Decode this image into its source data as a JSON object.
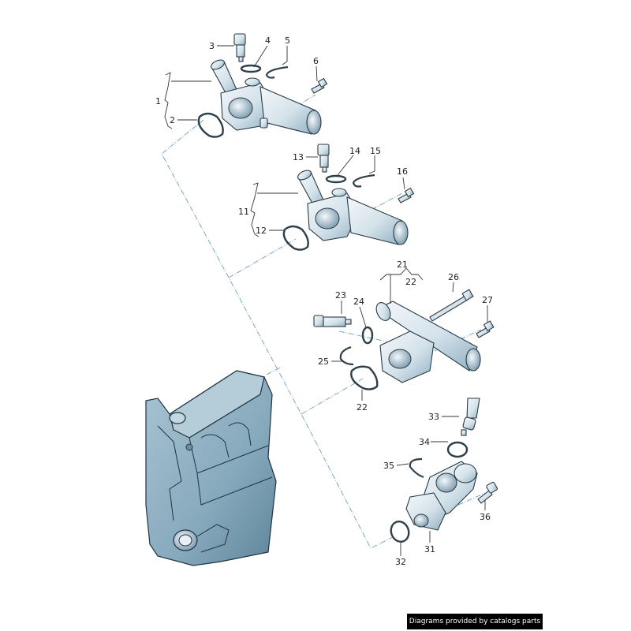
{
  "diagram": {
    "type": "exploded-parts-diagram",
    "subject": "coolant flange / thermostat housing assemblies and engine block",
    "colors": {
      "part_fill": "#dbe7ee",
      "part_shade": "#8fb0c2",
      "engine_fill": "#8fb2c4",
      "outline": "#2a3a44",
      "dash_line": "#7fa6c0",
      "label_text": "#222222"
    },
    "groups": [
      {
        "name": "flange-group-1",
        "labels": [
          {
            "id": "1",
            "desc": "coolant flange assembly (bracket)"
          },
          {
            "id": "2",
            "desc": "gasket"
          },
          {
            "id": "3",
            "desc": "temperature sender"
          },
          {
            "id": "4",
            "desc": "o-ring"
          },
          {
            "id": "5",
            "desc": "retaining clip"
          },
          {
            "id": "6",
            "desc": "bolt"
          }
        ]
      },
      {
        "name": "flange-group-2",
        "labels": [
          {
            "id": "11",
            "desc": "coolant flange assembly (bracket)"
          },
          {
            "id": "12",
            "desc": "gasket"
          },
          {
            "id": "13",
            "desc": "temperature sender"
          },
          {
            "id": "14",
            "desc": "o-ring"
          },
          {
            "id": "15",
            "desc": "retaining clip"
          },
          {
            "id": "16",
            "desc": "bolt"
          }
        ]
      },
      {
        "name": "flange-group-3",
        "labels": [
          {
            "id": "21",
            "desc": "coolant flange (bracket)"
          },
          {
            "id": "22",
            "desc": "gasket (bracket sub-item)"
          },
          {
            "id": "22",
            "desc": "gasket"
          },
          {
            "id": "23",
            "desc": "temperature sender"
          },
          {
            "id": "24",
            "desc": "o-ring"
          },
          {
            "id": "25",
            "desc": "retaining clip"
          },
          {
            "id": "26",
            "desc": "long bolt"
          },
          {
            "id": "27",
            "desc": "bolt"
          }
        ]
      },
      {
        "name": "flange-group-4",
        "labels": [
          {
            "id": "31",
            "desc": "coolant flange"
          },
          {
            "id": "32",
            "desc": "o-ring"
          },
          {
            "id": "33",
            "desc": "temperature sender"
          },
          {
            "id": "34",
            "desc": "o-ring"
          },
          {
            "id": "35",
            "desc": "retaining clip"
          },
          {
            "id": "36",
            "desc": "bolt"
          }
        ]
      }
    ]
  },
  "labels": {
    "l1": "1",
    "l2": "2",
    "l3": "3",
    "l4": "4",
    "l5": "5",
    "l6": "6",
    "l11": "11",
    "l12": "12",
    "l13": "13",
    "l14": "14",
    "l15": "15",
    "l16": "16",
    "l21": "21",
    "l22a": "22",
    "l22b": "22",
    "l23": "23",
    "l24": "24",
    "l25": "25",
    "l26": "26",
    "l27": "27",
    "l31": "31",
    "l32": "32",
    "l33": "33",
    "l34": "34",
    "l35": "35",
    "l36": "36"
  },
  "footer": {
    "credit": "Diagrams provided by catalogs parts"
  }
}
